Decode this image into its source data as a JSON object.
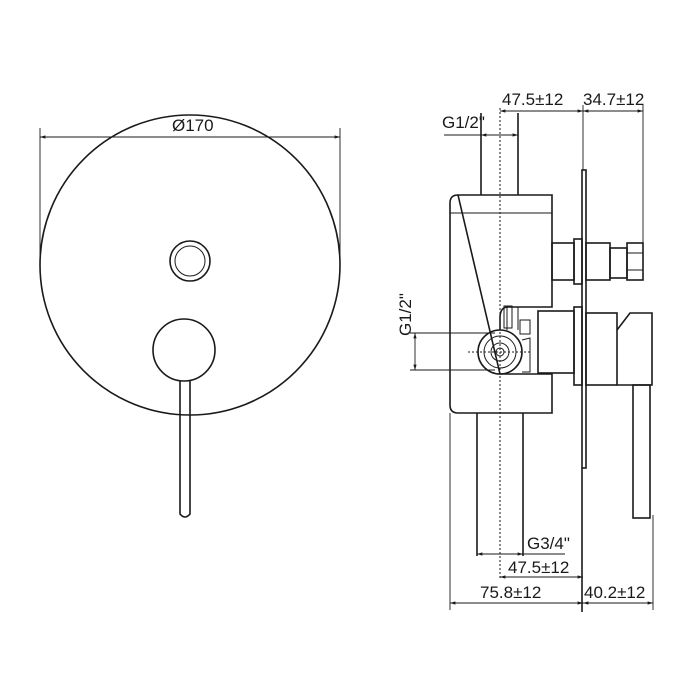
{
  "front_view": {
    "diameter_label": "Ø170"
  },
  "side_view": {
    "top_inlet_label": "G1/2\"",
    "top_dim_1": "47.5±12",
    "top_dim_2": "34.7±12",
    "side_inlet_label": "G1/2\"",
    "bottom_outlet_label": "G3/4\"",
    "bottom_dim_1": "47.5±12",
    "bottom_dim_2": "75.8±12",
    "bottom_dim_3": "40.2±12"
  }
}
